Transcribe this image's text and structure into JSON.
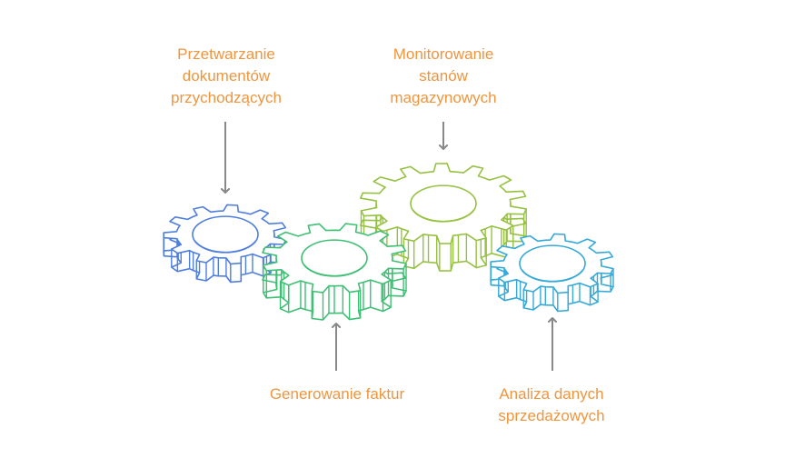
{
  "labels": {
    "docs": [
      "Przetwarzanie",
      "dokumentów",
      "przychodzących"
    ],
    "stock": [
      "Monitorowanie",
      "stanów",
      "magazynowych"
    ],
    "invoice": [
      "Generowanie faktur"
    ],
    "sales": [
      "Analiza danych",
      "sprzedażowych"
    ]
  },
  "colors": {
    "label_text": "#f0953e",
    "arrow": "#888888",
    "gear_docs": "#4f7fdb",
    "gear_invoice": "#3fbf74",
    "gear_stock": "#97c143",
    "gear_sales": "#36a9d8"
  }
}
